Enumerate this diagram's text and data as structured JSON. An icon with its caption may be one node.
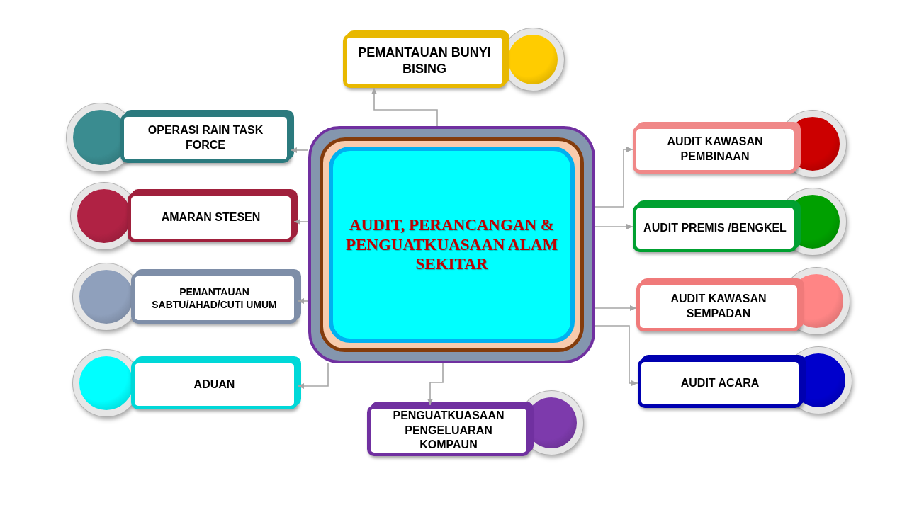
{
  "diagram": {
    "nodes": [
      {
        "text": [
          "AUDIT, PERANCANGAN & PENGUATKUASAAN ALAM SEKITAR"
        ]
      },
      {
        "text": [
          "PEMANTAUAN BUNYI BISING"
        ]
      },
      {
        "text": [
          "OPERASI RAIN TASK FORCE"
        ]
      },
      {
        "text": [
          "AMARAN STESEN"
        ]
      },
      {
        "text": [
          "PEMANTAUAN SABTU/AHAD/CUTI UMUM"
        ]
      },
      {
        "text": [
          "ADUAN"
        ]
      },
      {
        "text": [
          "PENGUATKUASAAN PENGELUARAN KOMPAUN"
        ]
      },
      {
        "text": [
          "AUDIT KAWASAN PEMBINAAN"
        ]
      },
      {
        "text": [
          "AUDIT PREMIS /BENGKEL"
        ]
      },
      {
        "text": [
          "AUDIT KAWASAN SEMPADAN"
        ]
      },
      {
        "text": [
          "AUDIT ACARA"
        ]
      }
    ],
    "edges": [
      {
        "from": 0,
        "to": 1,
        "arrow": "to"
      },
      {
        "from": 0,
        "to": 2,
        "arrow": "to"
      },
      {
        "from": 0,
        "to": 3,
        "arrow": "to"
      },
      {
        "from": 0,
        "to": 4,
        "arrow": "to"
      },
      {
        "from": 0,
        "to": 5,
        "arrow": "to"
      },
      {
        "from": 0,
        "to": 6,
        "arrow": "to"
      },
      {
        "from": 0,
        "to": 7,
        "arrow": "to"
      },
      {
        "from": 0,
        "to": 8,
        "arrow": "to"
      },
      {
        "from": 0,
        "to": 9,
        "arrow": "to"
      },
      {
        "from": 0,
        "to": 10,
        "arrow": "to"
      }
    ]
  }
}
